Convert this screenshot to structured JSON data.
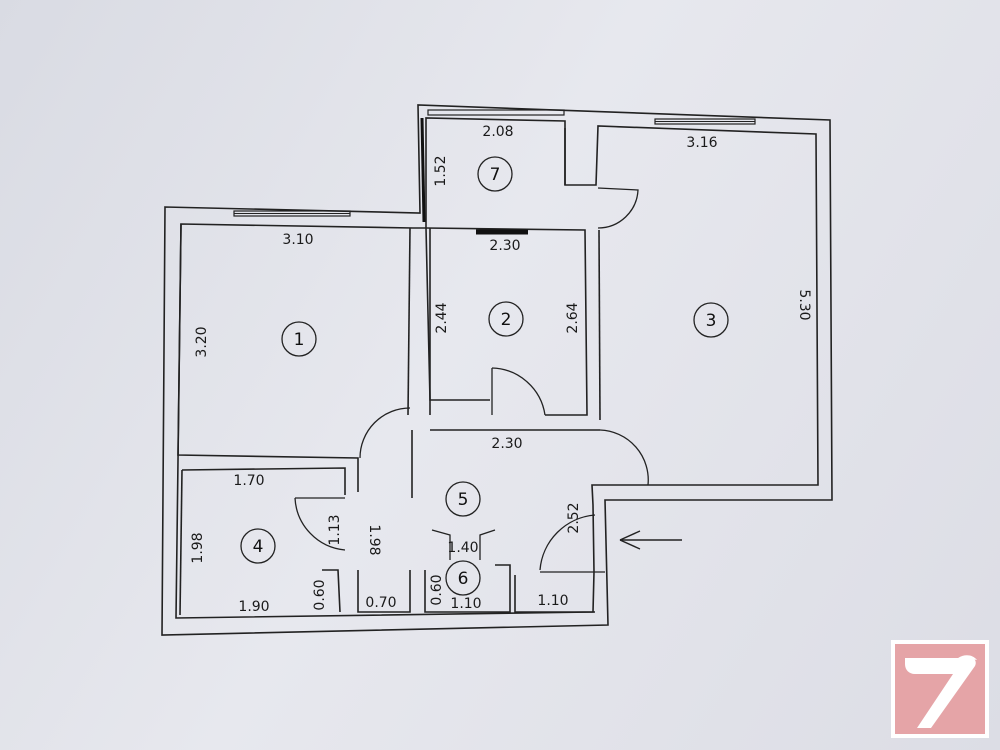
{
  "rooms": [
    {
      "number": "1"
    },
    {
      "number": "2"
    },
    {
      "number": "3"
    },
    {
      "number": "4"
    },
    {
      "number": "5"
    },
    {
      "number": "6"
    },
    {
      "number": "7"
    }
  ],
  "dimensions": {
    "room1_width": "3.10",
    "room1_height": "3.20",
    "room2_width": "2.30",
    "room2_left": "2.44",
    "room2_right": "2.64",
    "room3_width": "3.16",
    "room3_height": "5.30",
    "room7_width": "2.08",
    "room7_height": "1.52",
    "room4_top": "1.70",
    "room4_left": "1.98",
    "room4_bottom": "1.90",
    "room4_small": "0.60",
    "hall_top": "2.30",
    "hall_left": "1.98",
    "hall_door": "1.13",
    "hall_bottom_a": "0.70",
    "hall_bottom_b": "1.10",
    "entry_depth": "2.52",
    "bath_top": "1.40",
    "bath_small": "0.60",
    "bath_bottom": "1.10"
  },
  "colors": {
    "watermark": "#e5a4a7",
    "ink": "#222222"
  }
}
